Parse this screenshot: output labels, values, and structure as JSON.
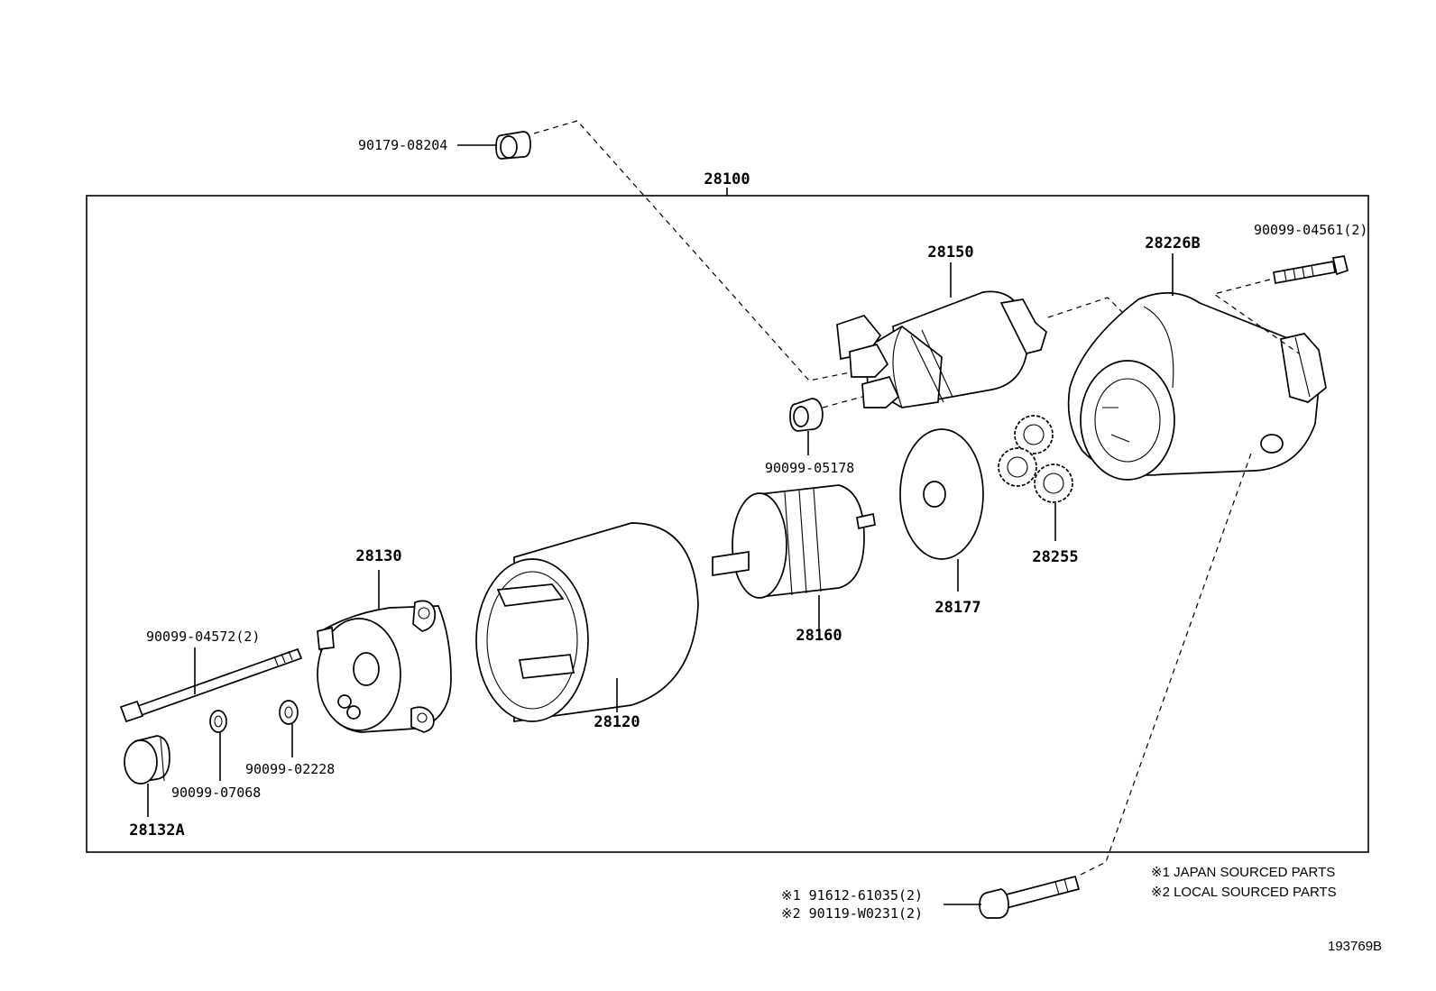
{
  "assembly_label": "28100",
  "figure_id": "193769B",
  "parts": {
    "p90179_08204": "90179-08204",
    "p28150": "28150",
    "p28226b": "28226B",
    "p90099_04561": "90099-04561(2)",
    "p90099_05178": "90099-05178",
    "p28255": "28255",
    "p28177": "28177",
    "p28160": "28160",
    "p28130": "28130",
    "p28120": "28120",
    "p90099_04572": "90099-04572(2)",
    "p90099_02228": "90099-02228",
    "p90099_07068": "90099-07068",
    "p28132a": "28132A",
    "p91612_61035": "※1  91612-61035(2)",
    "p90119_w0231": "※2  90119-W0231(2)"
  },
  "notes": {
    "japan": "※1 JAPAN SOURCED PARTS",
    "local": "※2 LOCAL SOURCED PARTS"
  }
}
